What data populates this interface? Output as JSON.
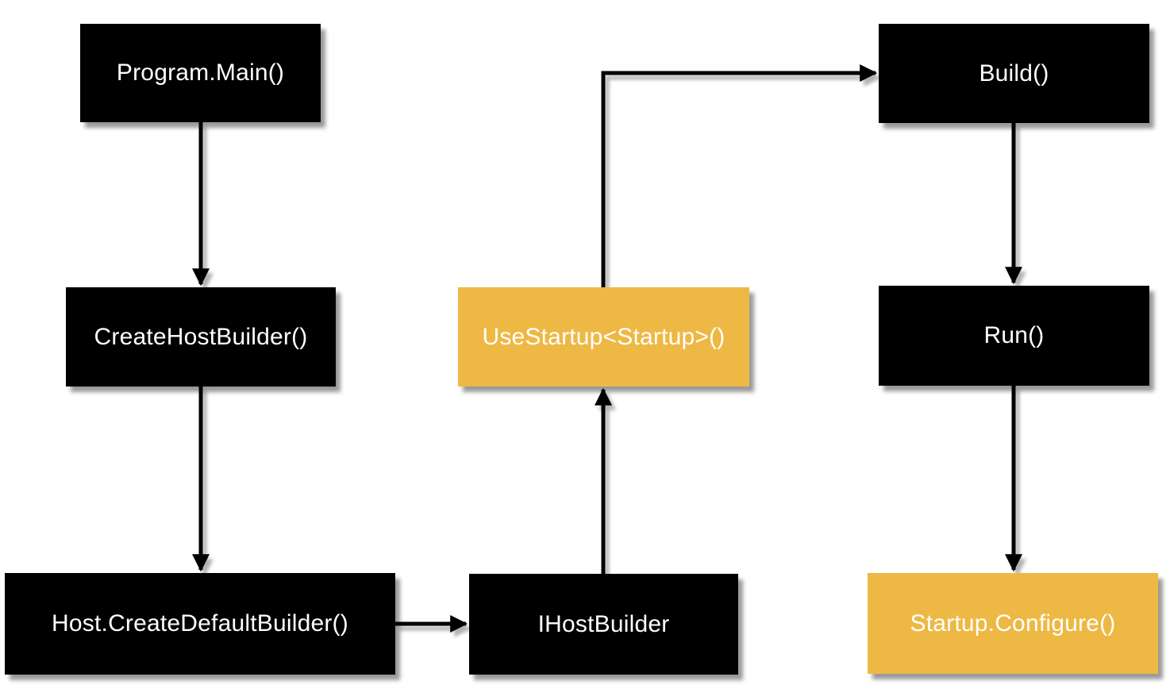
{
  "colors": {
    "background": "#ffffff",
    "node-black": "#000000",
    "node-accent": "#EEB844",
    "node-text": "#ffffff",
    "arrow": "#000000"
  },
  "nodes": [
    {
      "id": "program-main",
      "label": "Program.Main()",
      "style": "black"
    },
    {
      "id": "create-host-builder",
      "label": "CreateHostBuilder()",
      "style": "black"
    },
    {
      "id": "host-create-default-builder",
      "label": "Host.CreateDefaultBuilder()",
      "style": "black"
    },
    {
      "id": "ihost-builder",
      "label": "IHostBuilder",
      "style": "black"
    },
    {
      "id": "use-startup",
      "label": "UseStartup<Startup>()",
      "style": "accent"
    },
    {
      "id": "build",
      "label": "Build()",
      "style": "black"
    },
    {
      "id": "run",
      "label": "Run()",
      "style": "black"
    },
    {
      "id": "startup-configure",
      "label": "Startup.Configure()",
      "style": "accent"
    }
  ],
  "edges": [
    {
      "from": "program-main",
      "to": "create-host-builder",
      "direction": "down"
    },
    {
      "from": "create-host-builder",
      "to": "host-create-default-builder",
      "direction": "down"
    },
    {
      "from": "host-create-default-builder",
      "to": "ihost-builder",
      "direction": "right"
    },
    {
      "from": "ihost-builder",
      "to": "use-startup",
      "direction": "up"
    },
    {
      "from": "use-startup",
      "to": "build",
      "direction": "up-then-right"
    },
    {
      "from": "build",
      "to": "run",
      "direction": "down"
    },
    {
      "from": "run",
      "to": "startup-configure",
      "direction": "down"
    }
  ]
}
